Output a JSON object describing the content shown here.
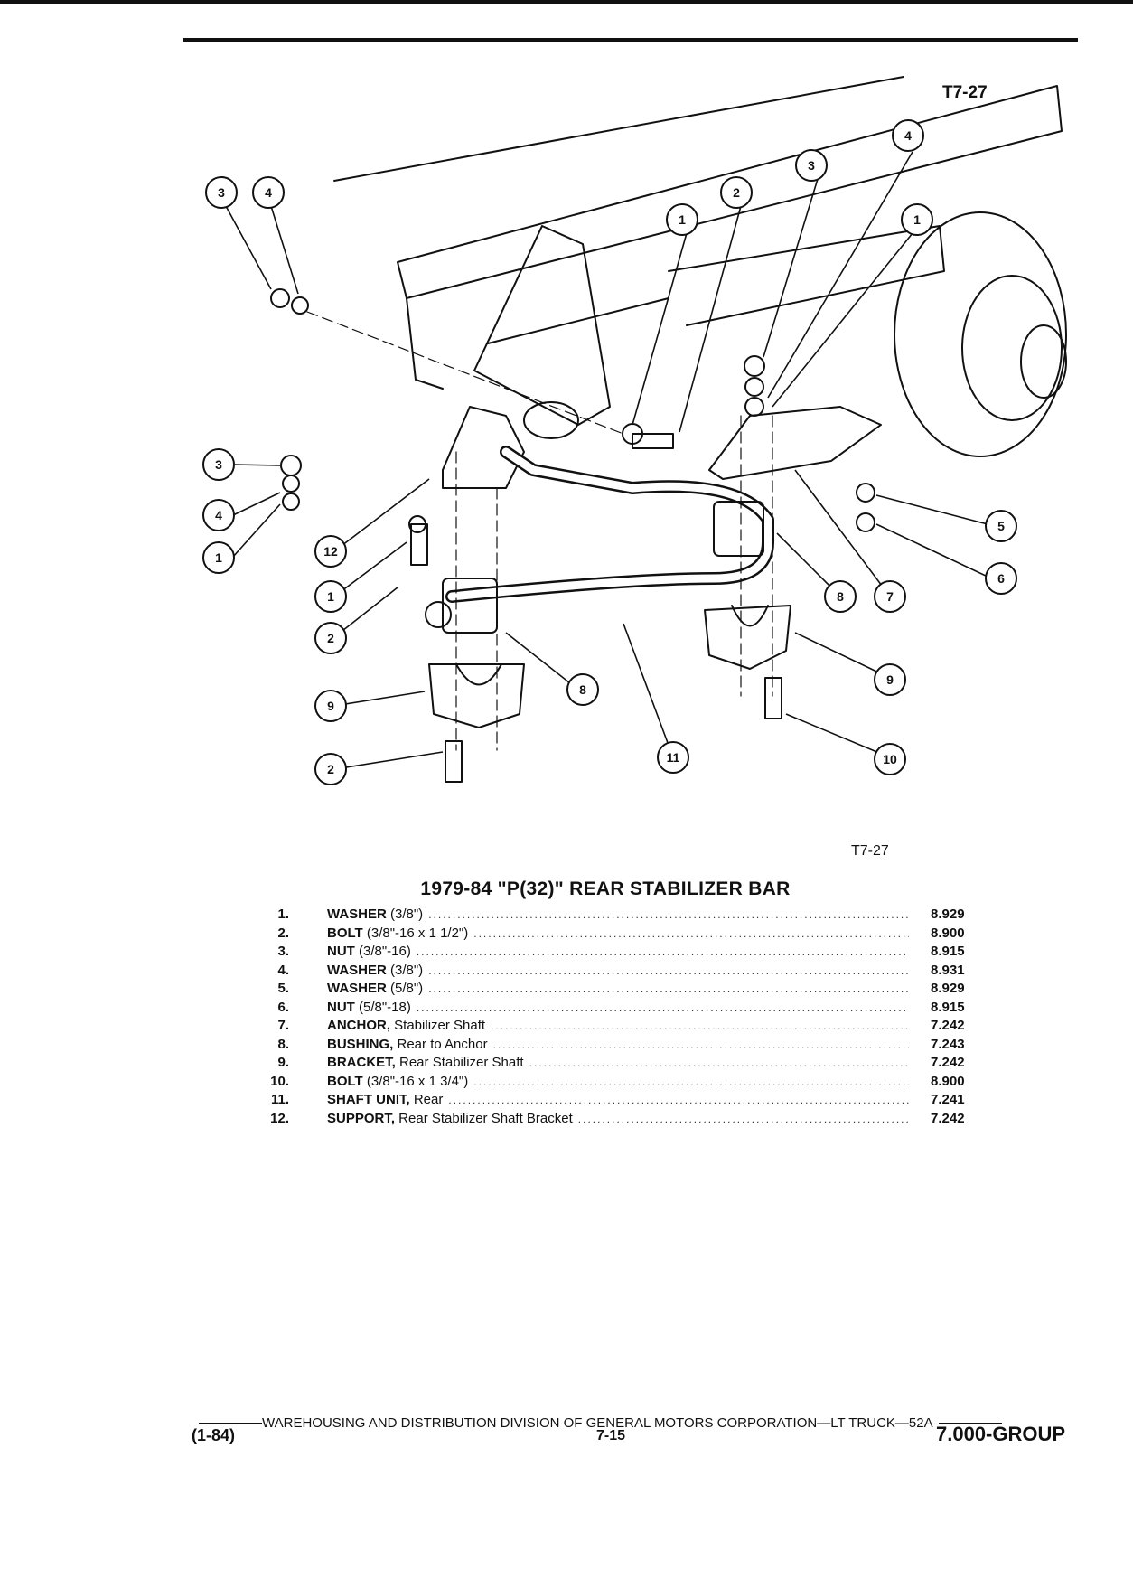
{
  "figure_code_top": "T7-27",
  "figure_code_bottom": "T7-27",
  "callouts": [
    "1",
    "2",
    "3",
    "4",
    "5",
    "6",
    "7",
    "8",
    "9",
    "10",
    "11",
    "12"
  ],
  "title": "1979-84 \"P(32)\" REAR STABILIZER BAR",
  "parts": [
    {
      "num": "1.",
      "name": "WASHER",
      "spec": " (3/8\")",
      "group": "8.929"
    },
    {
      "num": "2.",
      "name": "BOLT",
      "spec": " (3/8\"-16 x 1 1/2\")",
      "group": "8.900"
    },
    {
      "num": "3.",
      "name": "NUT",
      "spec": " (3/8\"-16)",
      "group": "8.915"
    },
    {
      "num": "4.",
      "name": "WASHER",
      "spec": " (3/8\")",
      "group": "8.931"
    },
    {
      "num": "5.",
      "name": "WASHER",
      "spec": " (5/8\")",
      "group": "8.929"
    },
    {
      "num": "6.",
      "name": "NUT",
      "spec": " (5/8\"-18)",
      "group": "8.915"
    },
    {
      "num": "7.",
      "name": "ANCHOR,",
      "spec": " Stabilizer Shaft",
      "group": "7.242"
    },
    {
      "num": "8.",
      "name": "BUSHING,",
      "spec": " Rear to Anchor",
      "group": "7.243"
    },
    {
      "num": "9.",
      "name": "BRACKET,",
      "spec": " Rear Stabilizer Shaft",
      "group": "7.242"
    },
    {
      "num": "10.",
      "name": "BOLT",
      "spec": " (3/8\"-16 x 1 3/4\")",
      "group": "8.900"
    },
    {
      "num": "11.",
      "name": "SHAFT UNIT,",
      "spec": " Rear",
      "group": "7.241"
    },
    {
      "num": "12.",
      "name": "SUPPORT,",
      "spec": " Rear Stabilizer Shaft Bracket",
      "group": "7.242"
    }
  ],
  "footer": {
    "division": "WAREHOUSING AND DISTRIBUTION DIVISION OF GENERAL MOTORS CORPORATION—LT TRUCK—52A",
    "date": "(1-84)",
    "page": "7-15",
    "group": "7.000-GROUP"
  }
}
